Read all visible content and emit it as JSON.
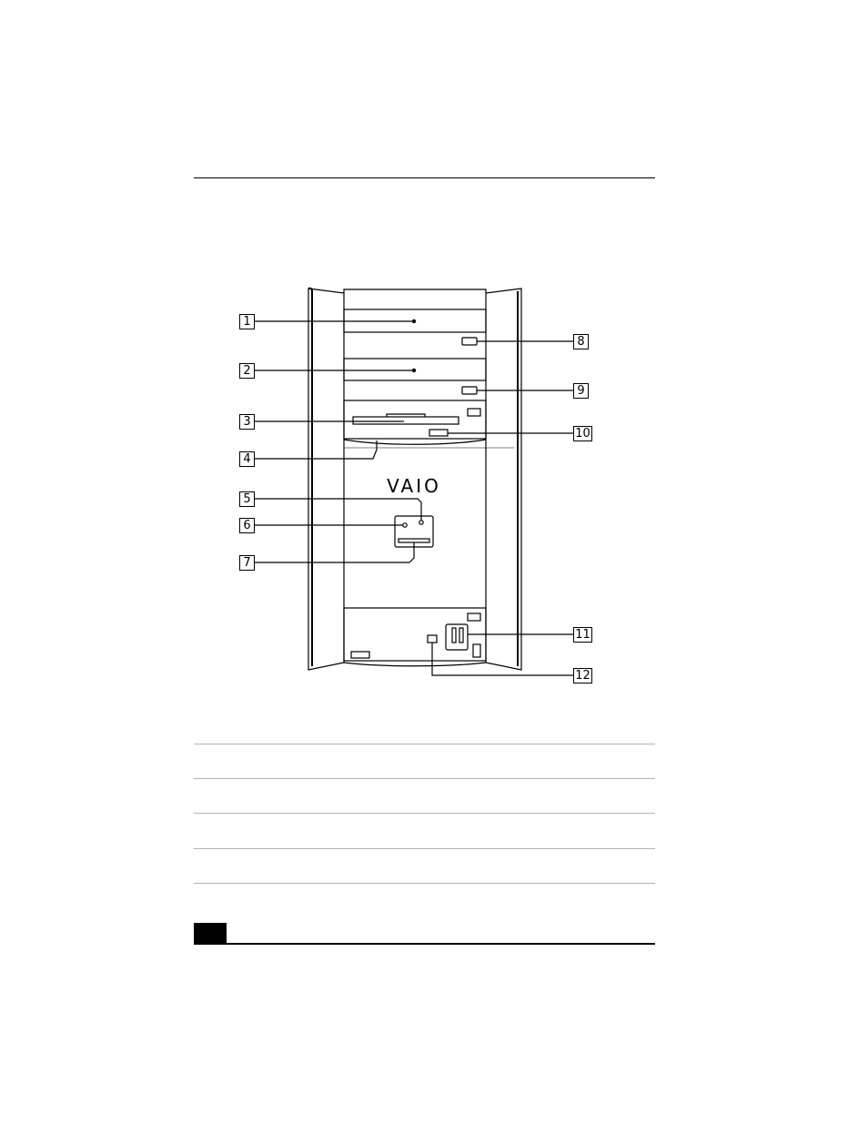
{
  "figure": {
    "logo_text": "VAIO",
    "callouts": [
      {
        "id": "1",
        "label": "1"
      },
      {
        "id": "2",
        "label": "2"
      },
      {
        "id": "3",
        "label": "3"
      },
      {
        "id": "4",
        "label": "4"
      },
      {
        "id": "5",
        "label": "5"
      },
      {
        "id": "6",
        "label": "6"
      },
      {
        "id": "7",
        "label": "7"
      },
      {
        "id": "8",
        "label": "8"
      },
      {
        "id": "9",
        "label": "9"
      },
      {
        "id": "10",
        "label": "10"
      },
      {
        "id": "11",
        "label": "11"
      },
      {
        "id": "12",
        "label": "12"
      }
    ]
  },
  "table": {
    "rows": [
      {
        "cells": [
          "",
          ""
        ]
      },
      {
        "cells": [
          "",
          ""
        ]
      },
      {
        "cells": [
          "",
          ""
        ]
      },
      {
        "cells": [
          "",
          ""
        ]
      }
    ]
  },
  "footer": {
    "page_number": ""
  }
}
